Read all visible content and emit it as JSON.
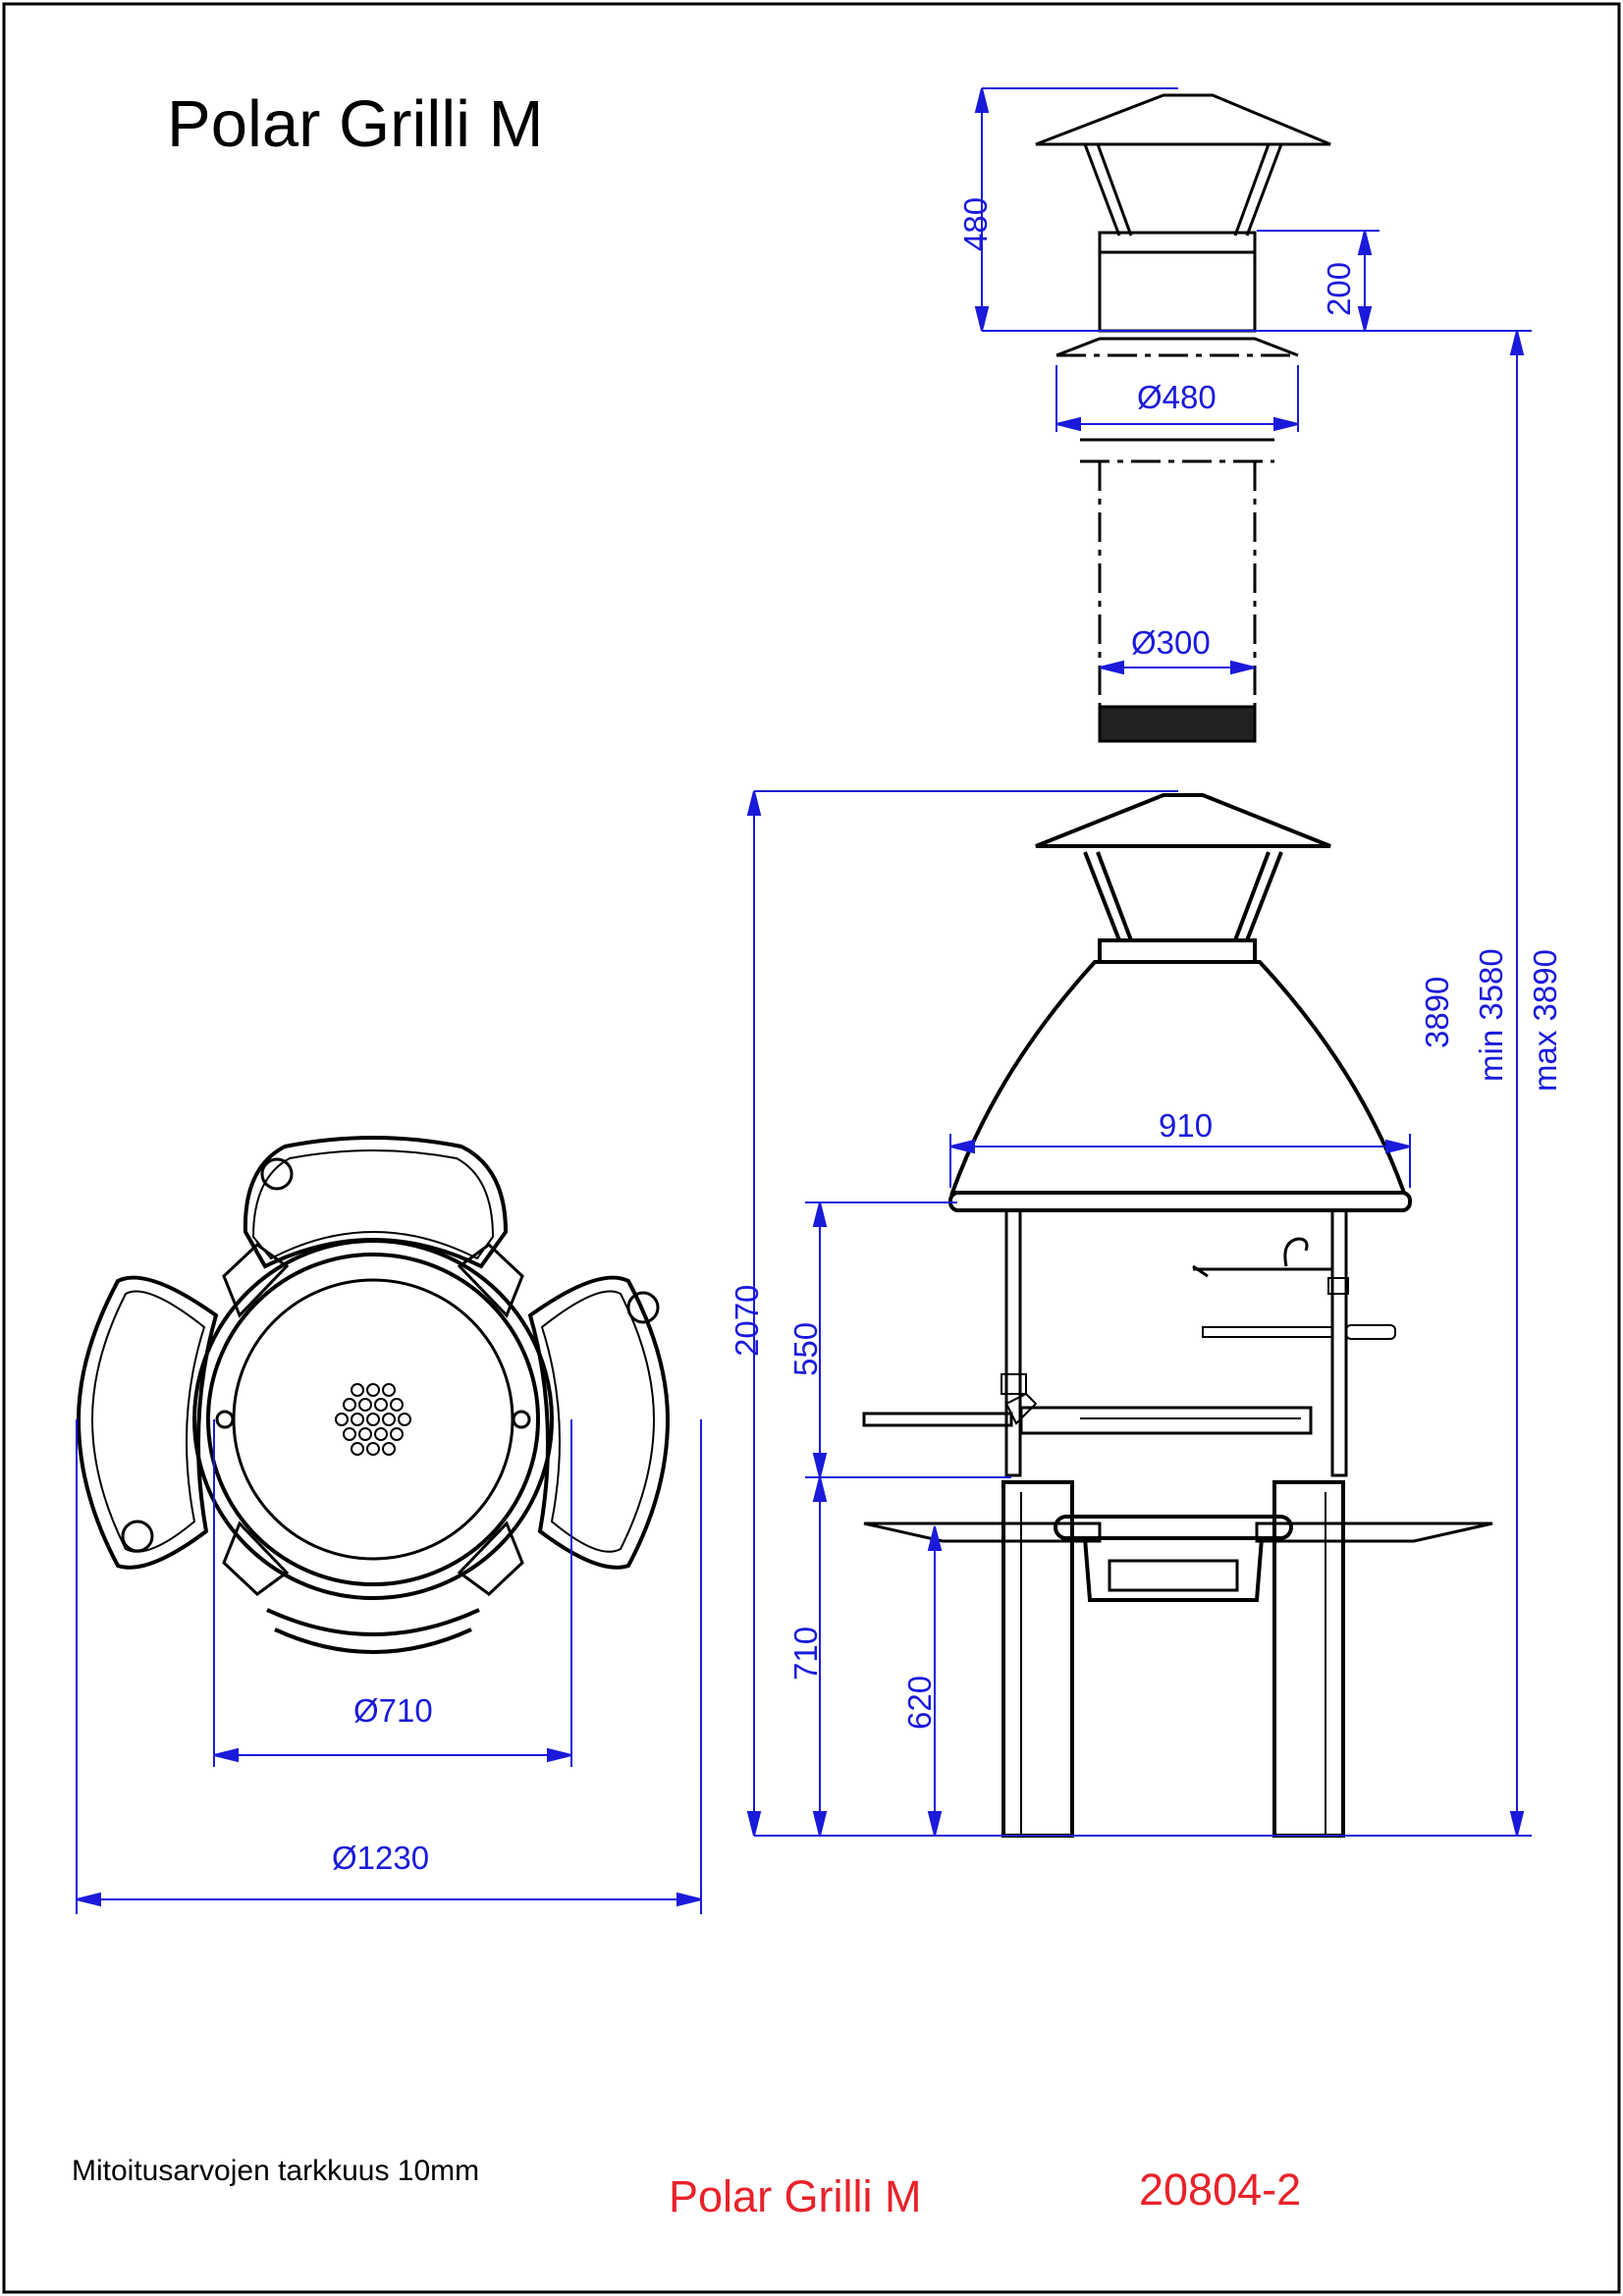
{
  "title": "Polar Grilli M",
  "note": "Mitoitusarvojen tarkkuus 10mm",
  "footer": {
    "name": "Polar Grilli M",
    "code": "20804-2"
  },
  "colors": {
    "outline": "#000000",
    "dimension": "#1a1adb",
    "footer": "#e8222a"
  },
  "dimensions": {
    "chimney_cap_height": "480",
    "chimney_collar_height": "200",
    "chimney_diameter_top": "Ø480",
    "chimney_diameter_pipe": "Ø300",
    "hood_width": "910",
    "grill_height": "2070",
    "total_height": "3890",
    "min_height": "min 3580",
    "max_height": "max 3890",
    "grate_to_hood": "550",
    "table_height": "710",
    "leg_height": "620",
    "inner_diameter": "Ø710",
    "outer_diameter": "Ø1230"
  }
}
